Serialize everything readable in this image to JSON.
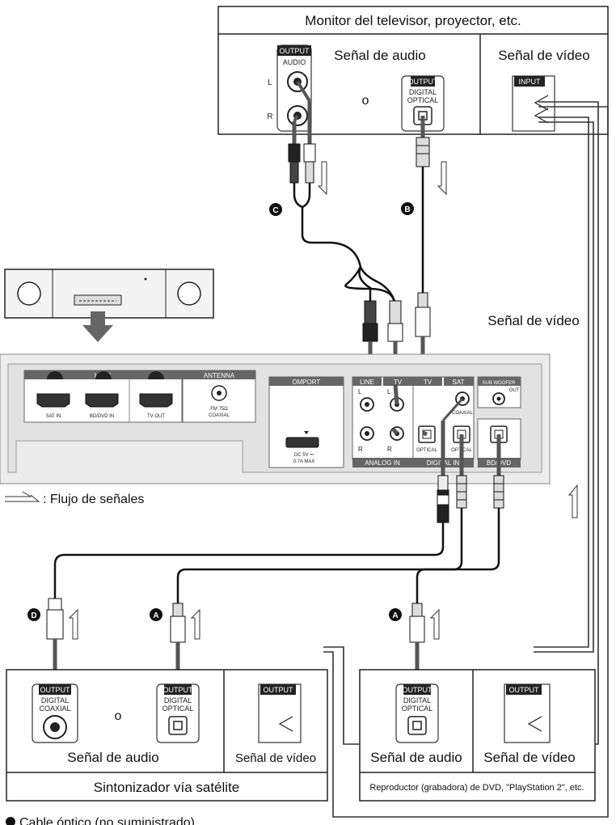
{
  "monitor": {
    "title": "Monitor del televisor, proyector, etc.",
    "audio_signal": "Señal de audio",
    "video_signal": "Señal de vídeo",
    "output_tag": "OUTPUT",
    "audio_tag": "AUDIO",
    "digital_tag": "DIGITAL",
    "optical_tag": "OPTICAL",
    "input_tag": "INPUT",
    "left": "L",
    "right": "R",
    "or": "o"
  },
  "cable_markers": {
    "a": "A",
    "b": "B",
    "c": "C",
    "d": "D"
  },
  "main_unit": {
    "video_signal": "Señal de vídeo",
    "hdmi": "HDMI",
    "sat_in": "SAT IN",
    "bd_dvd_in": "BD/DVD IN",
    "tv_out": "TV OUT",
    "antenna": "ANTENNA",
    "fm": "FM 75Ω",
    "coaxial": "COAXIAL",
    "dmport": "DMPORT",
    "dc": "DC 5V ⎓",
    "max": "0.7A MAX",
    "line": "LINE",
    "tv": "TV",
    "sat": "SAT",
    "sub_woofer": "SUB WOOFER",
    "out": "OUT",
    "coaxial_small": "COAXIAL",
    "optical": "OPTICAL",
    "left": "L",
    "right": "R",
    "analog_in": "ANALOG IN",
    "digital_in": "DIGITAL IN",
    "bd_dvd": "BD/DVD"
  },
  "legend": {
    "flow": ": Flujo de señales"
  },
  "satellite": {
    "output_tag": "OUTPUT",
    "digital_tag": "DIGITAL",
    "coaxial_tag": "COAXIAL",
    "optical_tag": "OPTICAL",
    "or": "o",
    "audio_signal": "Señal de audio",
    "video_signal": "Señal de vídeo",
    "name": "Sintonizador vía satélite"
  },
  "dvd": {
    "output_tag": "OUTPUT",
    "digital_tag": "DIGITAL",
    "optical_tag": "OPTICAL",
    "audio_signal": "Señal de audio",
    "video_signal": "Señal de vídeo",
    "name": "Reproductor (grabadora) de DVD, \"PlayStation 2\", etc."
  },
  "footnote": "Cable óptico (no suministrado)"
}
